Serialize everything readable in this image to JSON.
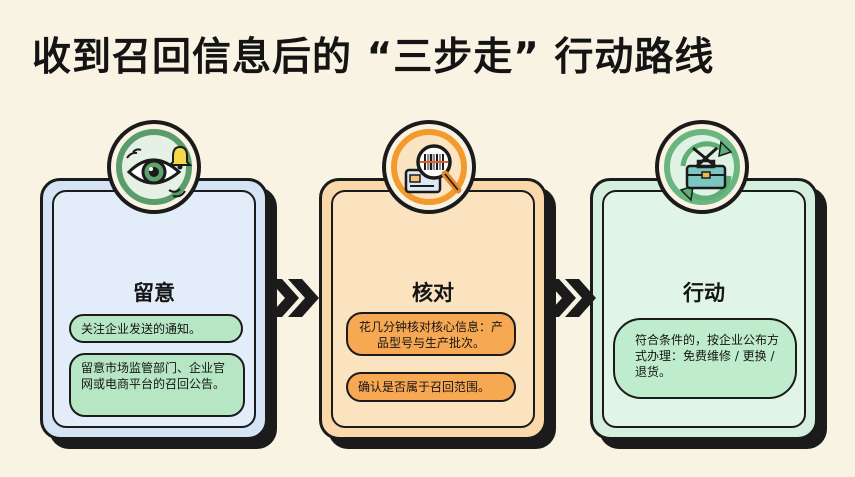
{
  "title": "收到召回信息后的 “三步走” 行动路线",
  "steps": [
    {
      "title": "留意",
      "items": [
        "关注企业发送的通知。",
        "留意市场监管部门、企业官网或电商平台的召回公告。"
      ],
      "icon": "eye-bell-icon",
      "accent": "#d5e4f5"
    },
    {
      "title": "核对",
      "items": [
        "花几分钟核对核心信息：产品型号与生产批次。",
        "确认是否属于召回范围。"
      ],
      "icon": "barcode-magnifier-icon",
      "accent": "#fbd8a9"
    },
    {
      "title": "行动",
      "items": [
        "符合条件的，按企业公布方式办理：免费维修 / 更换 / 退货。"
      ],
      "icon": "toolbox-cycle-icon",
      "accent": "#d4f0dc"
    }
  ],
  "colors": {
    "background": "#f8f3e3",
    "outline": "#1b1b1b",
    "orange": "#f29a2b",
    "green": "#6ab681"
  }
}
